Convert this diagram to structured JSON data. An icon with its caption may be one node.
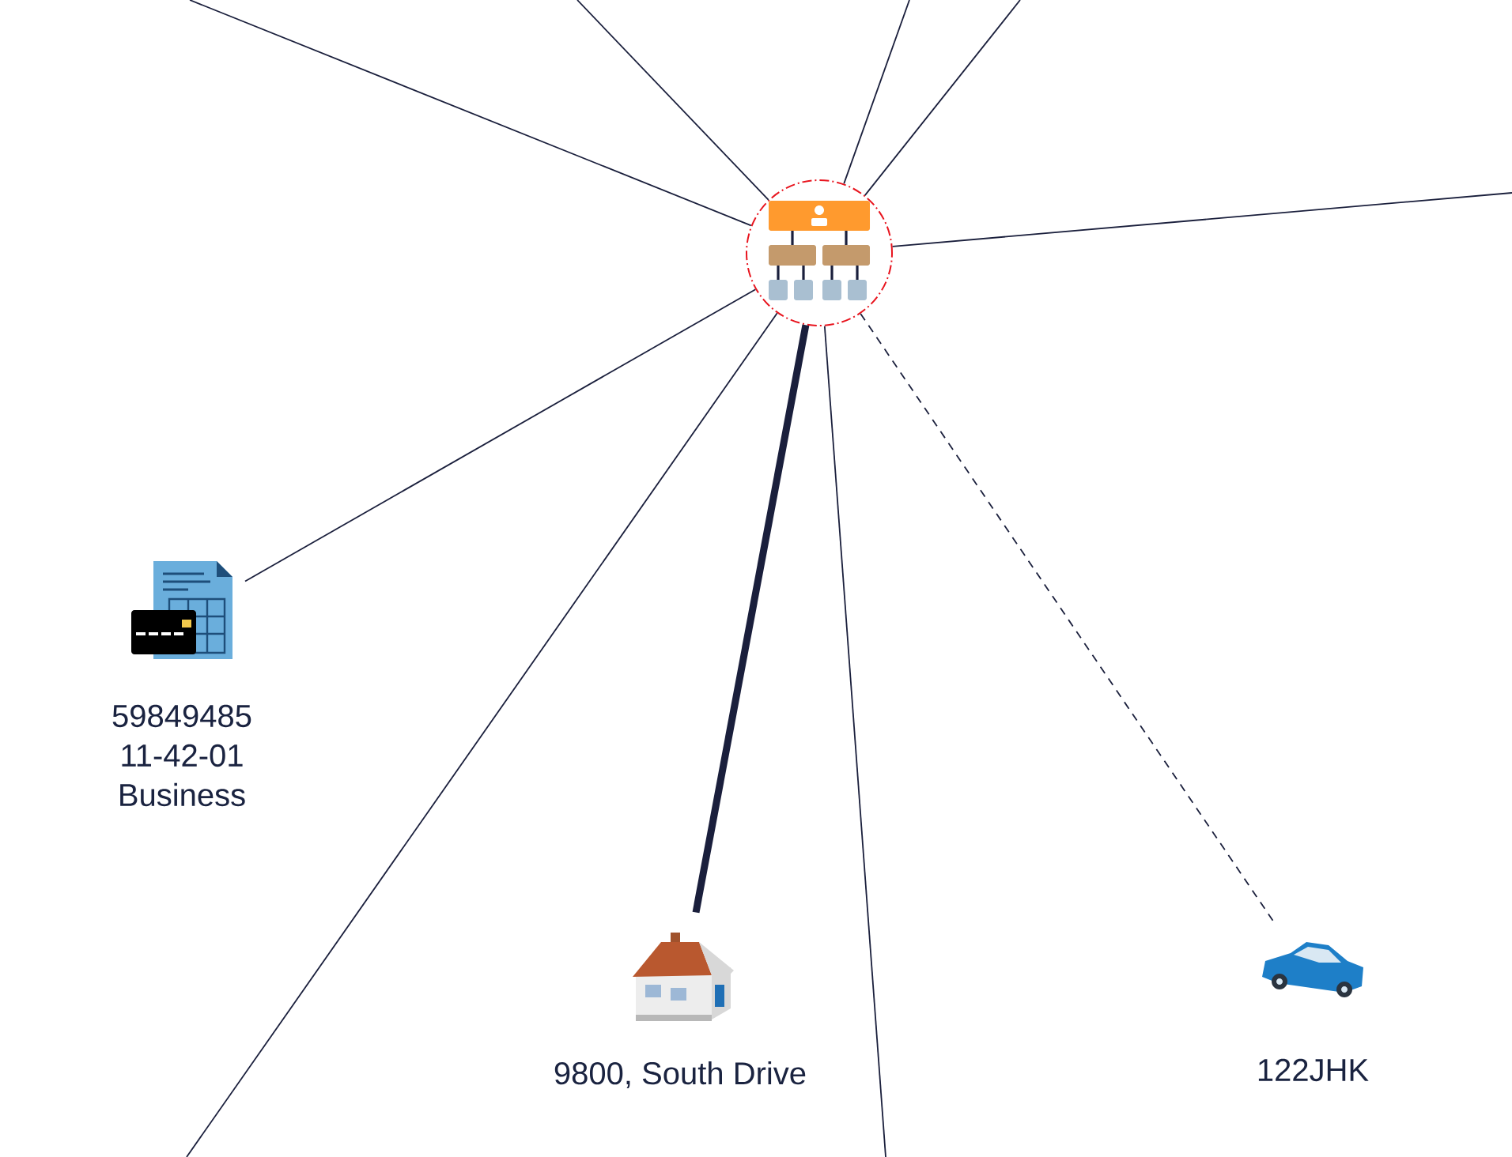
{
  "diagram": {
    "nodes": [
      {
        "text": [],
        "shape": "picture"
      },
      {
        "text": [
          "59849485 11-42-01 Business"
        ]
      },
      {
        "text": [
          "9800, South Drive"
        ]
      },
      {
        "text": [
          "122JHK"
        ]
      }
    ],
    "edges": [
      {
        "from": 0,
        "to": null,
        "arrow": "none"
      },
      {
        "from": 0,
        "to": null,
        "arrow": "none"
      },
      {
        "from": 0,
        "to": null,
        "arrow": "none"
      },
      {
        "from": 0,
        "to": null,
        "arrow": "none"
      },
      {
        "from": 0,
        "to": null,
        "arrow": "none"
      },
      {
        "from": 0,
        "to": 1,
        "arrow": "none"
      },
      {
        "from": 0,
        "to": 2,
        "arrow": "none",
        "style": "thick"
      },
      {
        "from": 0,
        "to": 3,
        "arrow": "none",
        "style": "dashed"
      },
      {
        "from": 0,
        "to": null,
        "arrow": "none"
      },
      {
        "from": 0,
        "to": null,
        "arrow": "none"
      }
    ]
  }
}
